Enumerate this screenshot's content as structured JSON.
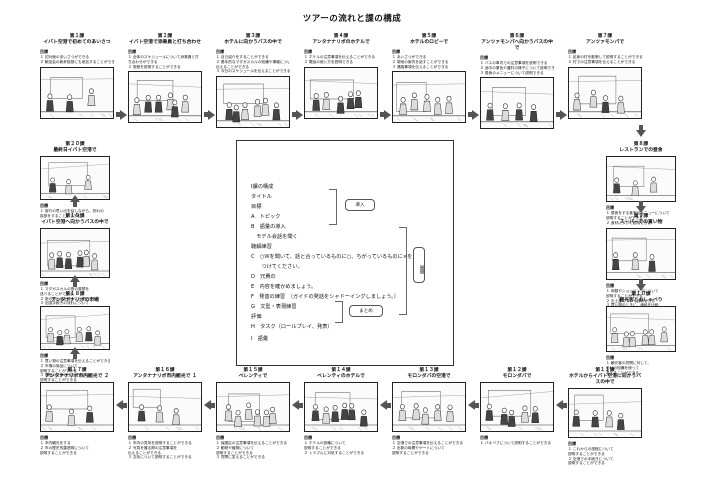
{
  "title": "ツアーの流れと課の構成",
  "label_goal": "目標",
  "top_row": [
    {
      "title": "第１課\nイバト空港で初めてのあいさつ",
      "lines": [
        "１ 初対面のあいさつができる",
        "２ 歓迎会の乾杯挨拶にも参加することができる"
      ]
    },
    {
      "title": "第２課\nイバト空港で添乗員と打ち合わせ",
      "lines": [
        "１ 全体のスケジュールについて添乗員と打",
        "ち合わせができる",
        "２ 旅程を説明することができる"
      ]
    },
    {
      "title": "第３課\nホテルに向かうバスの中で",
      "lines": [
        "１ 自己紹介をすることができる",
        "２ 基本的なマダガスカルの知識や情報について",
        "伝えることができる",
        "３ 今日のスケジュールを伝えることができる"
      ]
    },
    {
      "title": "第４課\nアンタナナリボのホテルで",
      "lines": [
        "１ ホテルの注意事項を伝えることができる",
        "２ 電話の使い方を説明できる"
      ]
    },
    {
      "title": "第５課\nホテルのロビーで",
      "lines": [
        "１ あいさつができる",
        "２ 現地の案内を話すことができる",
        "３ 連絡事項を伝えることができる"
      ]
    },
    {
      "title": "第６課\nアンツァモンパへ向かうバスの中で",
      "lines": [
        "１ バスの車内での注意事項を説明できる",
        "２ 途中の景色や農村の様子について説明できる",
        "３ 昼食のメニューについて説明できる"
      ]
    },
    {
      "title": "第７課\nアンツァモンパで",
      "lines": [
        "１ 民家の村を散策して説明することができる",
        "２ 村での注意事項を伝えることができる"
      ]
    }
  ],
  "right_col": [
    {
      "title": "第８課\nレストランでの昼食",
      "lines": [
        "１ 昼食をする食堂やメニューについて",
        "説明することができる",
        "２ 食材について説明できる"
      ]
    },
    {
      "title": "第９課\nスーパーでの買い物",
      "lines": [
        "１ 両替やショッピングについて",
        "説明することができる",
        "２ お土産について説明できる",
        "３ 買い物のときに、値段を比較",
        "することができる",
        "４ 支払い方法について",
        "説明できる"
      ]
    },
    {
      "title": "第１０課\n観光客とおしゃべり",
      "lines": [
        "１ 観光客の質問に対して、",
        "自分の知識を使って",
        "答えることができる"
      ]
    }
  ],
  "left_col": [
    {
      "title": "第２０課\n最終日イバト空港で",
      "lines": [
        "１ 旅行の思い出を話しながら、別れの",
        "挨拶をすることができる"
      ]
    },
    {
      "title": "第１９課\nイバト空港へ向かうバスの中で",
      "lines": [
        "１ マダガスカルの旅の感想を",
        "述べることができる",
        "２ 旅の思い出を語ることができる",
        "３ 出国手続きの流れについて",
        "説明することができる"
      ]
    },
    {
      "title": "第１８課\nアンタナナリボの市場",
      "lines": [
        "１ 買い物の注意事項を伝えることができる",
        "２ 市場の商品について",
        "説明することができる",
        "３ 値段の交渉の仕方について",
        "説明することができる"
      ]
    }
  ],
  "bottom_row": [
    {
      "title": "第１７課\nアンタナナリボ市内観光で ２",
      "lines": [
        "１ 市内観光をする",
        "２ 市の歴史的建造物について",
        "説明することができる"
      ]
    },
    {
      "title": "第１６課\nアンタナナリボ市内観光で １",
      "lines": [
        "１ 市内の見所を説明することができる",
        "２ 写真を撮る際の注意事項を",
        "伝えることができる",
        "３ 文化について説明することができる"
      ]
    },
    {
      "title": "第１５課\nベレンティで",
      "lines": [
        "１ 保護区の注意事項を伝えることができる",
        "２ 動物や植物について",
        "説明することができる",
        "３ 質問に答えることができる"
      ]
    },
    {
      "title": "第１４課\nベレンティのホテルで",
      "lines": [
        "１ ホテルの設備について",
        "説明することができる",
        "２ トラブルに対処することができる"
      ]
    },
    {
      "title": "第１３課\nモロンダバの空港で",
      "lines": [
        "１ 空港での注意事項を伝えることができる",
        "２ 出発の時間やゲートについて",
        "説明することができる"
      ]
    },
    {
      "title": "第１２課\nモロンダバで",
      "lines": [
        "１ バオバブについて説明することができる"
      ]
    },
    {
      "title": "第１１課\nホテルからイバト空港に向かうバスの中で",
      "lines": [
        "１ これからの旅程について",
        "説明することができる",
        "２ 空港での手続きについて",
        "説明することができる"
      ]
    }
  ],
  "center": {
    "items": [
      "Ⅰ課の構成",
      "タイトル",
      "目標",
      "A　トピック",
      "B　語彙の導入",
      "　モデル会話を聞く",
      "聴解練習",
      "C　○Ｗを聞いて、話と合っているものに○、ちがっているものに×を",
      "　　つけてください。",
      "D　冗費の",
      "E　内容を確かめましょう。",
      "F　発音の練習　（ガイドの発話をシャドーイングしましょう。）",
      "G　文型・表現練習",
      "評価",
      "H　タスク（ロールプレイ、発表）",
      "I　語彙"
    ],
    "tags": [
      "導入",
      "展開",
      "まとめ"
    ]
  }
}
